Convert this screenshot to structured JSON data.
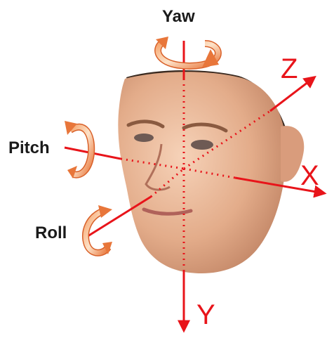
{
  "labels": {
    "yaw": "Yaw",
    "pitch": "Pitch",
    "roll": "Roll",
    "x": "X",
    "y": "Y",
    "z": "Z"
  },
  "colors": {
    "axis": "#e8141a",
    "arrow_fill": "#f08a4b",
    "label_text": "#1a1a1a",
    "skin": "#e9b596",
    "hair": "#3a2a20"
  }
}
